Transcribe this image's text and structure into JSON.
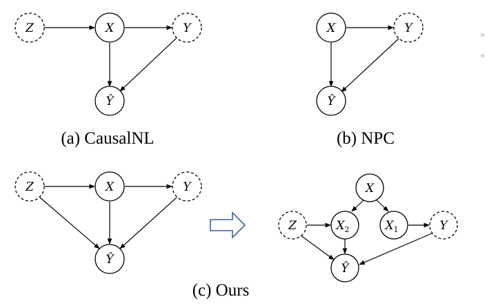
{
  "colors": {
    "ink": "#000000",
    "transform_arrow": "#3b5fa8"
  },
  "captions": {
    "a": "(a) CausalNL",
    "b": "(b) NPC",
    "c": "(c) Ours"
  },
  "labels": {
    "Z": "Z",
    "X": "X",
    "Y": "Y",
    "Yhat": "Ŷ",
    "X_base": "X",
    "sub1": "1",
    "sub2": "2"
  }
}
